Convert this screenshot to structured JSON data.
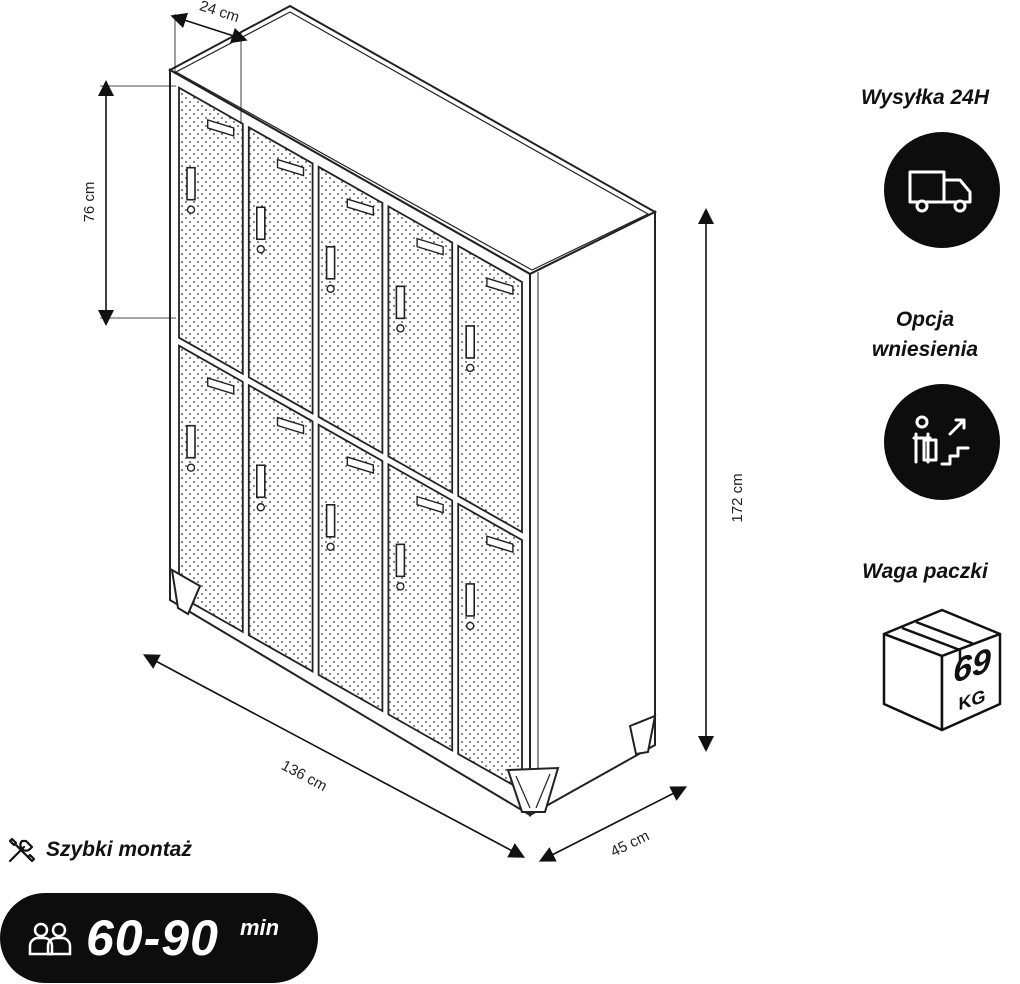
{
  "dimensions": {
    "width": "136 cm",
    "depth": "45 cm",
    "height": "172 cm",
    "compartment_height": "76 cm",
    "top_depth": "24 cm"
  },
  "features": {
    "shipping": {
      "label": "Wysyłka 24H",
      "icon": "delivery-truck-icon"
    },
    "carry_in": {
      "label_line1": "Opcja",
      "label_line2": "wniesienia",
      "icon": "person-stairs-icon"
    },
    "weight": {
      "label": "Waga paczki",
      "value": "69",
      "unit": "KG",
      "icon": "package-box-icon"
    }
  },
  "assembly": {
    "label": "Szybki montaż",
    "icon": "tools-icon",
    "people_icon": "two-people-icon",
    "time": "60-90",
    "unit": "min"
  }
}
